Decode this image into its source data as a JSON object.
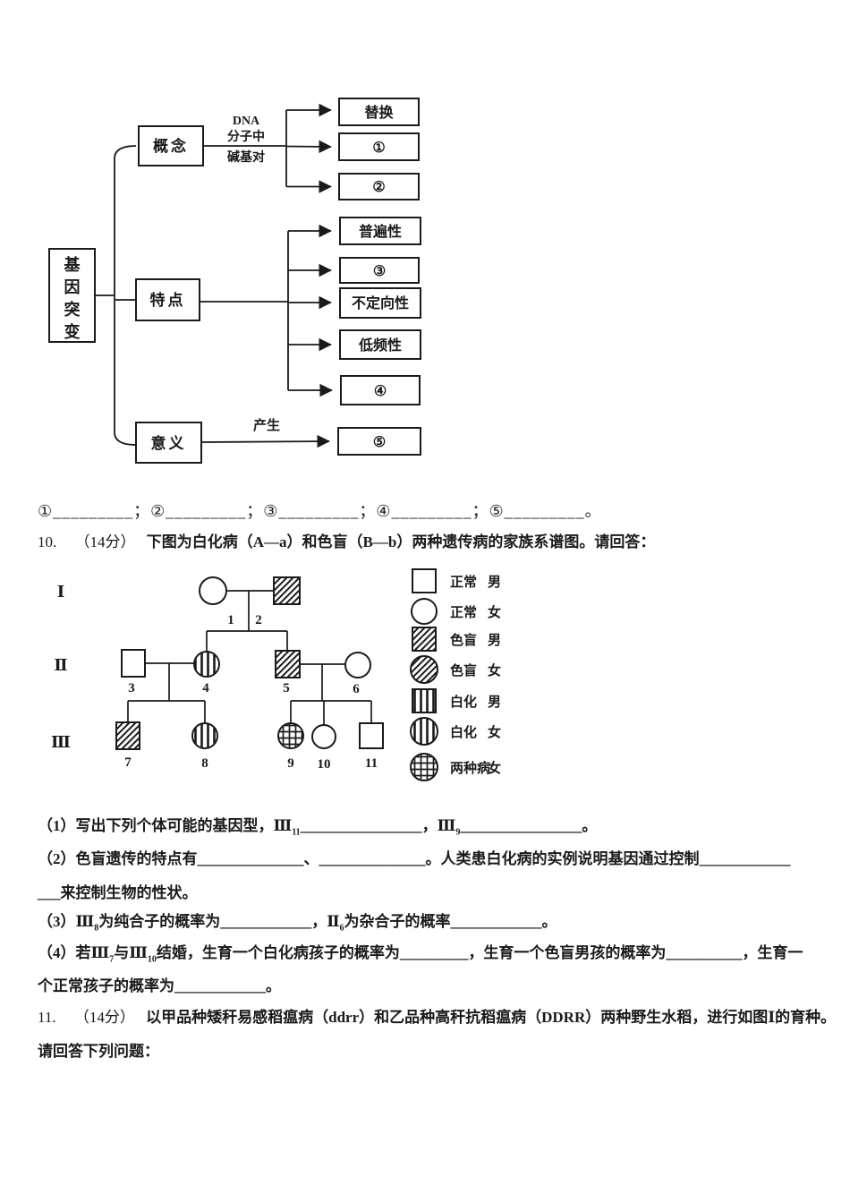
{
  "figure1": {
    "root_chars": [
      "基",
      "因",
      "突",
      "变"
    ],
    "concept": {
      "label": "概念",
      "edge_lines": [
        "DNA",
        "分子中",
        "碱基对"
      ],
      "children": [
        "替换",
        "①",
        "②"
      ]
    },
    "features": {
      "label": "特点",
      "children": [
        "普遍性",
        "③",
        "不定向性",
        "低频性",
        "④"
      ]
    },
    "significance": {
      "label": "意义",
      "edge": "产生",
      "children": [
        "⑤"
      ]
    }
  },
  "answer_line": "①_________；②_________；③_________；④_________；⑤_________。",
  "q10": {
    "num": "10.",
    "points": "（14分）",
    "stem": "下图为白化病（A—a）和色盲（B—b）两种遗传病的家族系谱图。请回答：",
    "part1": {
      "pre": "（1）写出下列个体可能的基因型，Ⅲ",
      "sub1": "11",
      "blank1": "________________",
      "mid": "，Ⅲ",
      "sub2": "9",
      "blank2": "________________",
      "end": "。"
    },
    "part2": {
      "pre": "（2）色盲遗传的特点有",
      "blank1": "______________",
      "sep": "、",
      "blank2": "______________",
      "mid": "。人类患白化病的实例说明基因通过控制",
      "blank3": "____________",
      "line2_blank": "___",
      "line2": "来控制生物的性状。"
    },
    "part3": {
      "pre": "（3）Ⅲ",
      "sub1": "8",
      "mid1": "为纯合子的概率为",
      "blank1": "____________",
      "mid2": "，Ⅱ",
      "sub2": "6",
      "mid3": "为杂合子的概率",
      "blank2": "____________",
      "end": "。"
    },
    "part4": {
      "pre": "（4）若Ⅲ",
      "sub1": "7",
      "mid1": "与Ⅲ",
      "sub2": "10",
      "mid2": "结婚，生育一个白化病孩子的概率为",
      "blank1": "_________",
      "mid3": "，生育一个色盲男孩的概率为",
      "blank2": "__________",
      "mid4": "，生育一",
      "line2_pre": "个正常孩子的概率为",
      "blank3": "____________",
      "end": "。"
    }
  },
  "q11": {
    "num": "11.",
    "points": "（14分）",
    "stem": "以甲品种矮秆易感稻瘟病（ddrr）和乙品种高秆抗稻瘟病（DDRR）两种野生水稻，进行如图Ⅰ的育种。",
    "line2": "请回答下列问题："
  },
  "pedigree": {
    "generations": [
      "Ⅰ",
      "Ⅱ",
      "Ⅲ"
    ],
    "member_ids": [
      "1",
      "2",
      "3",
      "4",
      "5",
      "6",
      "7",
      "8",
      "9",
      "10",
      "11"
    ],
    "legend": [
      {
        "label": "正常",
        "gender": "男"
      },
      {
        "label": "正常",
        "gender": "女"
      },
      {
        "label": "色盲",
        "gender": "男"
      },
      {
        "label": "色盲",
        "gender": "女"
      },
      {
        "label": "白化",
        "gender": "男"
      },
      {
        "label": "白化",
        "gender": "女"
      },
      {
        "label": "两种病",
        "gender": "女"
      }
    ]
  },
  "colors": {
    "ink": "#1a1a1a",
    "paper": "#ffffff"
  }
}
